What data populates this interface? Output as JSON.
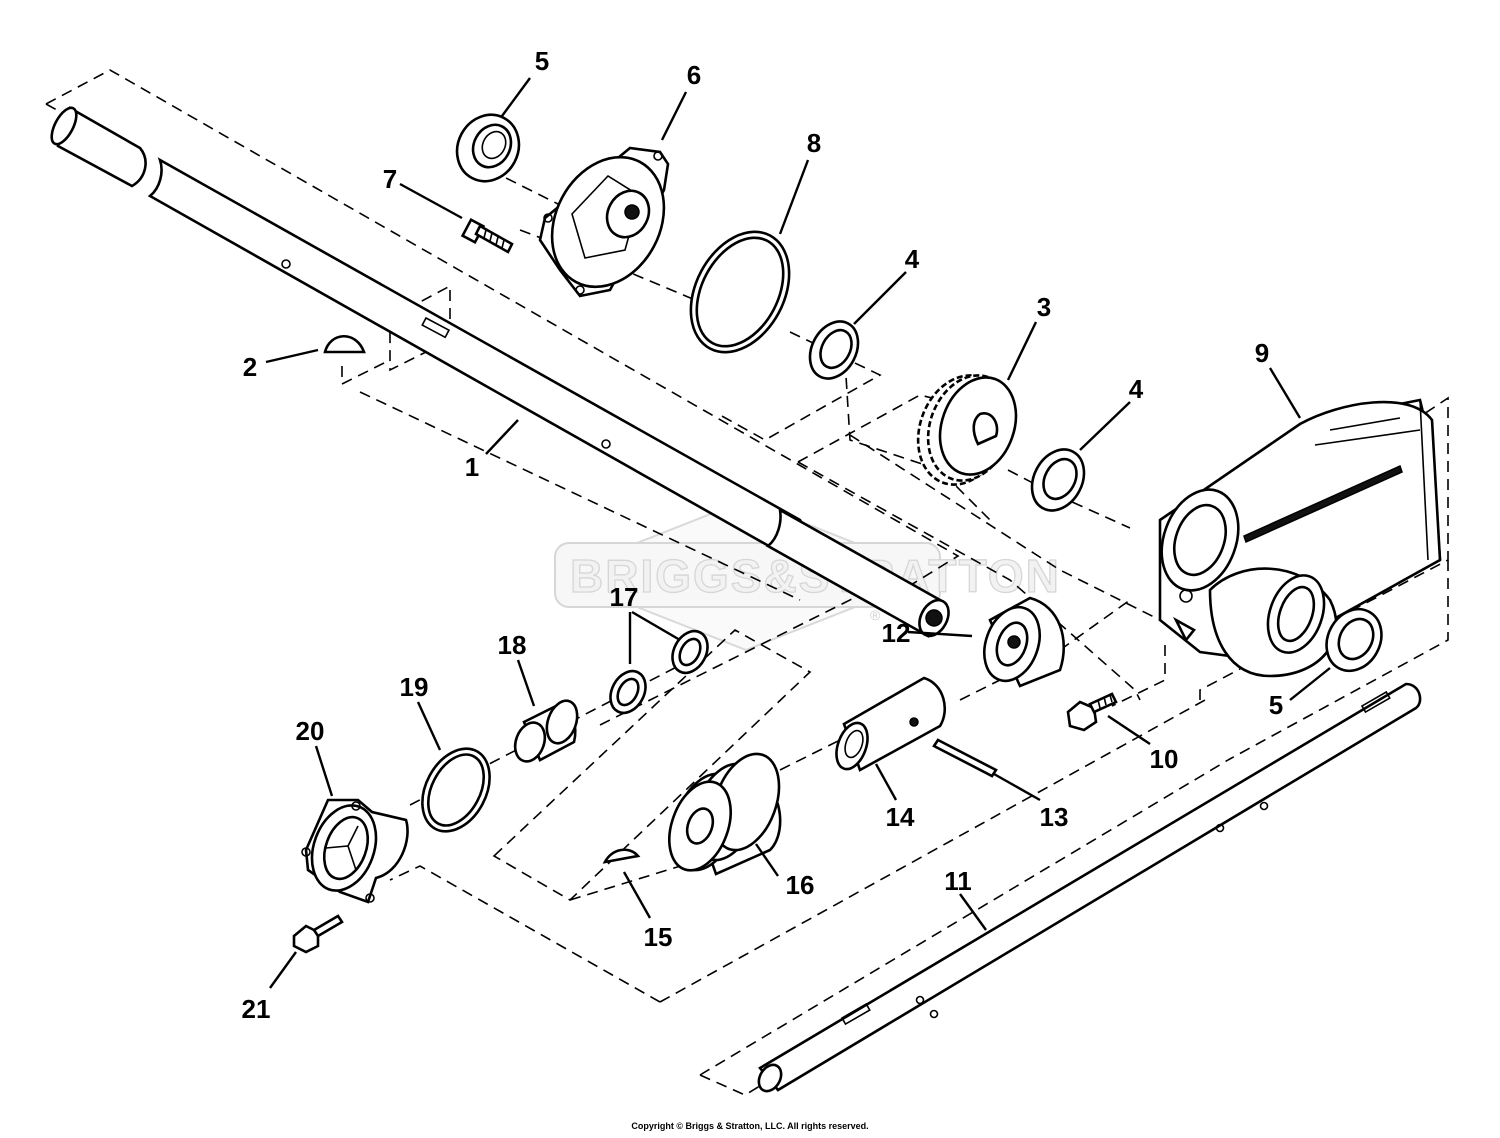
{
  "watermark": {
    "brand": "BRIGGS&STRATTON",
    "mark": "®"
  },
  "copyright": "Copyright © Briggs & Stratton, LLC. All rights reserved.",
  "callouts": [
    {
      "id": "1",
      "label": "1"
    },
    {
      "id": "2",
      "label": "2"
    },
    {
      "id": "3",
      "label": "3"
    },
    {
      "id": "4a",
      "label": "4"
    },
    {
      "id": "4b",
      "label": "4"
    },
    {
      "id": "5a",
      "label": "5"
    },
    {
      "id": "5b",
      "label": "5"
    },
    {
      "id": "6",
      "label": "6"
    },
    {
      "id": "7",
      "label": "7"
    },
    {
      "id": "8",
      "label": "8"
    },
    {
      "id": "9",
      "label": "9"
    },
    {
      "id": "10",
      "label": "10"
    },
    {
      "id": "11",
      "label": "11"
    },
    {
      "id": "12",
      "label": "12"
    },
    {
      "id": "13",
      "label": "13"
    },
    {
      "id": "14",
      "label": "14"
    },
    {
      "id": "15",
      "label": "15"
    },
    {
      "id": "16",
      "label": "16"
    },
    {
      "id": "17",
      "label": "17"
    },
    {
      "id": "18",
      "label": "18"
    },
    {
      "id": "19",
      "label": "19"
    },
    {
      "id": "20",
      "label": "20"
    },
    {
      "id": "21",
      "label": "21"
    }
  ]
}
